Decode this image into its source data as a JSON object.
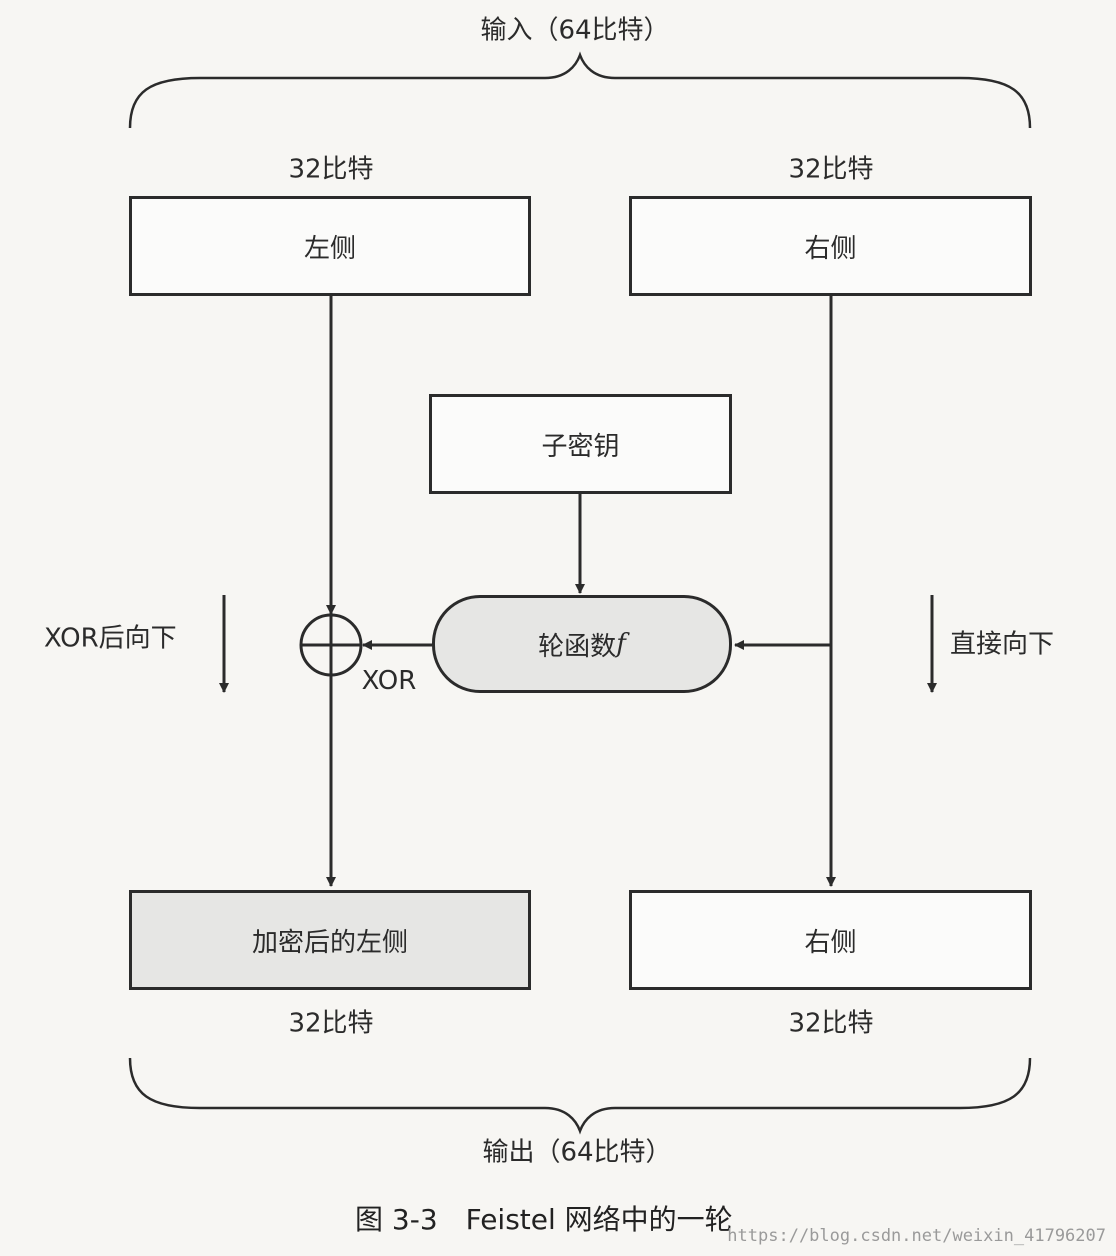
{
  "input_label": "输入（64比特）",
  "output_label": "输出（64比特）",
  "left_in": {
    "bits": "32比特",
    "label": "左侧"
  },
  "right_in": {
    "bits": "32比特",
    "label": "右侧"
  },
  "subkey": "子密钥",
  "round_function": {
    "text": "轮函数",
    "var": "f"
  },
  "xor_label": "XOR",
  "left_note": "XOR后向下",
  "right_note": "直接向下",
  "left_out": {
    "bits": "32比特",
    "label": "加密后的左侧"
  },
  "right_out": {
    "bits": "32比特",
    "label": "右侧"
  },
  "caption": "图 3-3　Feistel 网络中的一轮",
  "watermark": "https://blog.csdn.net/weixin_41796207",
  "colors": {
    "stroke": "#2b2b2b",
    "shaded_fill": "#e6e6e4",
    "background": "#f7f6f3"
  }
}
